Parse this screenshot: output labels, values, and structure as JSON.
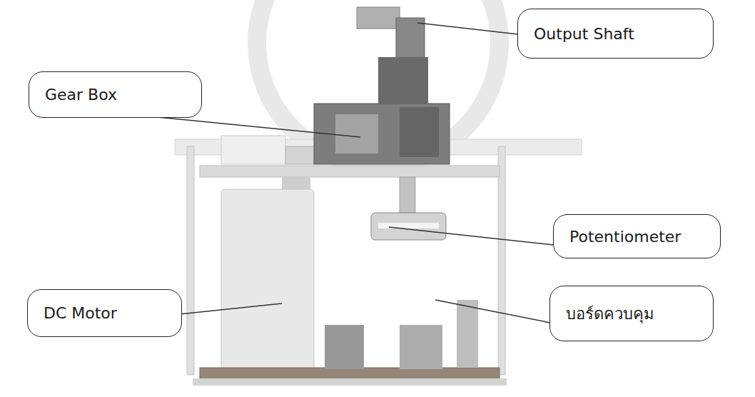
{
  "diagram": {
    "nodes": [
      {
        "text": [
          "Output Shaft"
        ]
      },
      {
        "text": [
          "Gear Box"
        ]
      },
      {
        "text": [
          "Potentiometer"
        ]
      },
      {
        "text": [
          "DC Motor"
        ]
      },
      {
        "text": [
          "บอร์ดควบคุม"
        ]
      }
    ]
  }
}
